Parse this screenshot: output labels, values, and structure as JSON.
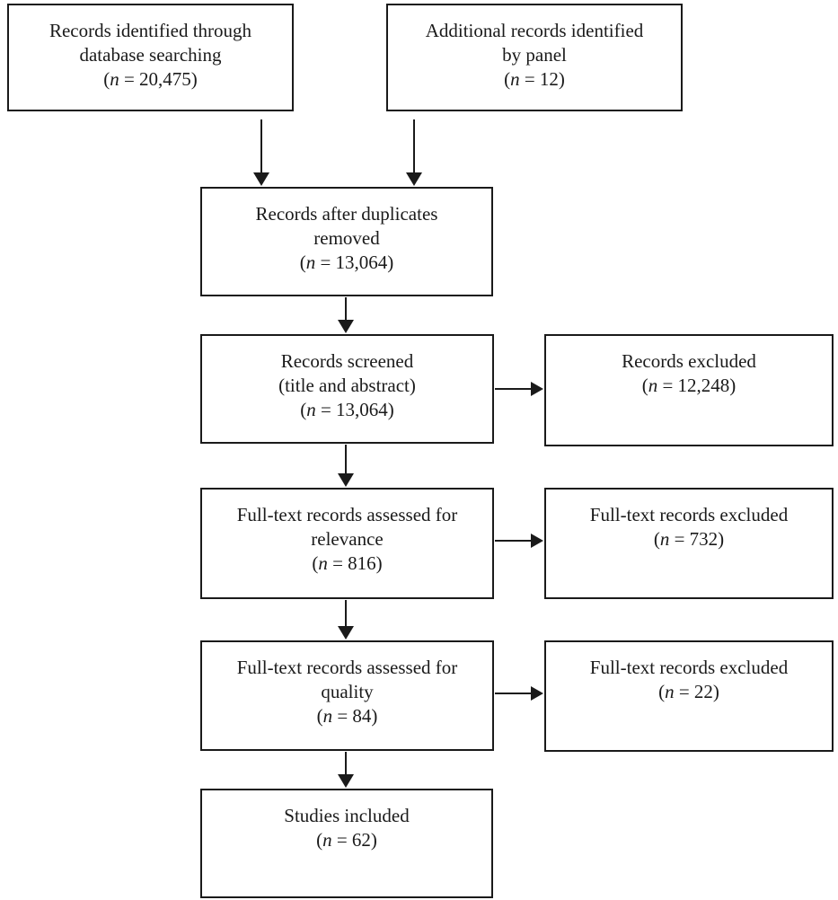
{
  "boxes": {
    "identified": {
      "lines": [
        "Records identified through",
        "database searching"
      ],
      "count": {
        "open": "(",
        "var": "n",
        "rest": " = 20,475)"
      }
    },
    "additional": {
      "lines": [
        "Additional records identified",
        "by panel"
      ],
      "count": {
        "open": "(",
        "var": "n",
        "rest": " = 12)"
      }
    },
    "duplicates": {
      "lines": [
        "Records after duplicates",
        "removed"
      ],
      "count": {
        "open": "(",
        "var": "n",
        "rest": " = 13,064)"
      }
    },
    "screened": {
      "lines": [
        "Records screened",
        "(title and abstract)"
      ],
      "count": {
        "open": "(",
        "var": "n",
        "rest": " = 13,064)"
      }
    },
    "excluded_screen": {
      "lines": [
        "Records excluded"
      ],
      "count": {
        "open": "(",
        "var": "n",
        "rest": " = 12,248)"
      }
    },
    "relevance": {
      "lines": [
        "Full-text records assessed for",
        "relevance"
      ],
      "count": {
        "open": "(",
        "var": "n",
        "rest": " = 816)"
      }
    },
    "excluded_relevance": {
      "lines": [
        "Full-text records excluded"
      ],
      "count": {
        "open": "(",
        "var": "n",
        "rest": " = 732)"
      }
    },
    "quality": {
      "lines": [
        "Full-text records assessed for",
        "quality"
      ],
      "count": {
        "open": "(",
        "var": "n",
        "rest": " = 84)"
      }
    },
    "excluded_quality": {
      "lines": [
        "Full-text records excluded"
      ],
      "count": {
        "open": "(",
        "var": "n",
        "rest": " = 22)"
      }
    },
    "included": {
      "lines": [
        "Studies included"
      ],
      "count": {
        "open": "(",
        "var": "n",
        "rest": " = 62)"
      }
    }
  },
  "colors": {
    "line": "#1a1a1a",
    "background": "#ffffff"
  }
}
